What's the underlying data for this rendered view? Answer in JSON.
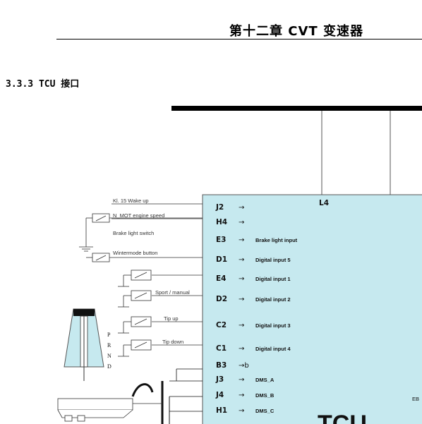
{
  "header": {
    "chapter_title": "第十二章  CVT 变速器"
  },
  "section": {
    "heading": "3.3.3  TCU 接口"
  },
  "diagram": {
    "block_title": "TCU",
    "block_corner_label": "L4",
    "edge_label": "EB",
    "inputs": [
      {
        "label": "Kl. 15 Wake up",
        "pin": "J2",
        "arrow": "→",
        "signal": ""
      },
      {
        "label": "N_MOT engine speed",
        "pin": "H4",
        "arrow": "→",
        "signal": ""
      },
      {
        "label": "Brake light switch",
        "pin": "E3",
        "arrow": "→",
        "signal": "Brake light input"
      },
      {
        "label": "Wintermode button",
        "pin": "D1",
        "arrow": "→",
        "signal": "Digital input 5"
      },
      {
        "label": "",
        "pin": "E4",
        "arrow": "→",
        "signal": "Digital input 1"
      },
      {
        "label": "Sport / manual",
        "pin": "D2",
        "arrow": "→",
        "signal": "Digital input 2"
      },
      {
        "label": "Tip up",
        "pin": "C2",
        "arrow": "→",
        "signal": "Digital input 3"
      },
      {
        "label": "Tip down",
        "pin": "C1",
        "arrow": "→",
        "signal": "Digital input 4"
      },
      {
        "label": "",
        "pin": "B3",
        "arrow": "→b",
        "signal": ""
      },
      {
        "label": "",
        "pin": "J3",
        "arrow": "→",
        "signal": "DMS_A"
      },
      {
        "label": "",
        "pin": "J4",
        "arrow": "→",
        "signal": "DMS_B"
      },
      {
        "label": "",
        "pin": "H1",
        "arrow": "→",
        "signal": "DMS_C"
      }
    ],
    "gear_positions": [
      "P",
      "R",
      "N",
      "D"
    ],
    "colors": {
      "tcu_block": "#c6e9ef",
      "bus_bar": "#000000",
      "selector_fill": "#c6e9ef"
    }
  }
}
